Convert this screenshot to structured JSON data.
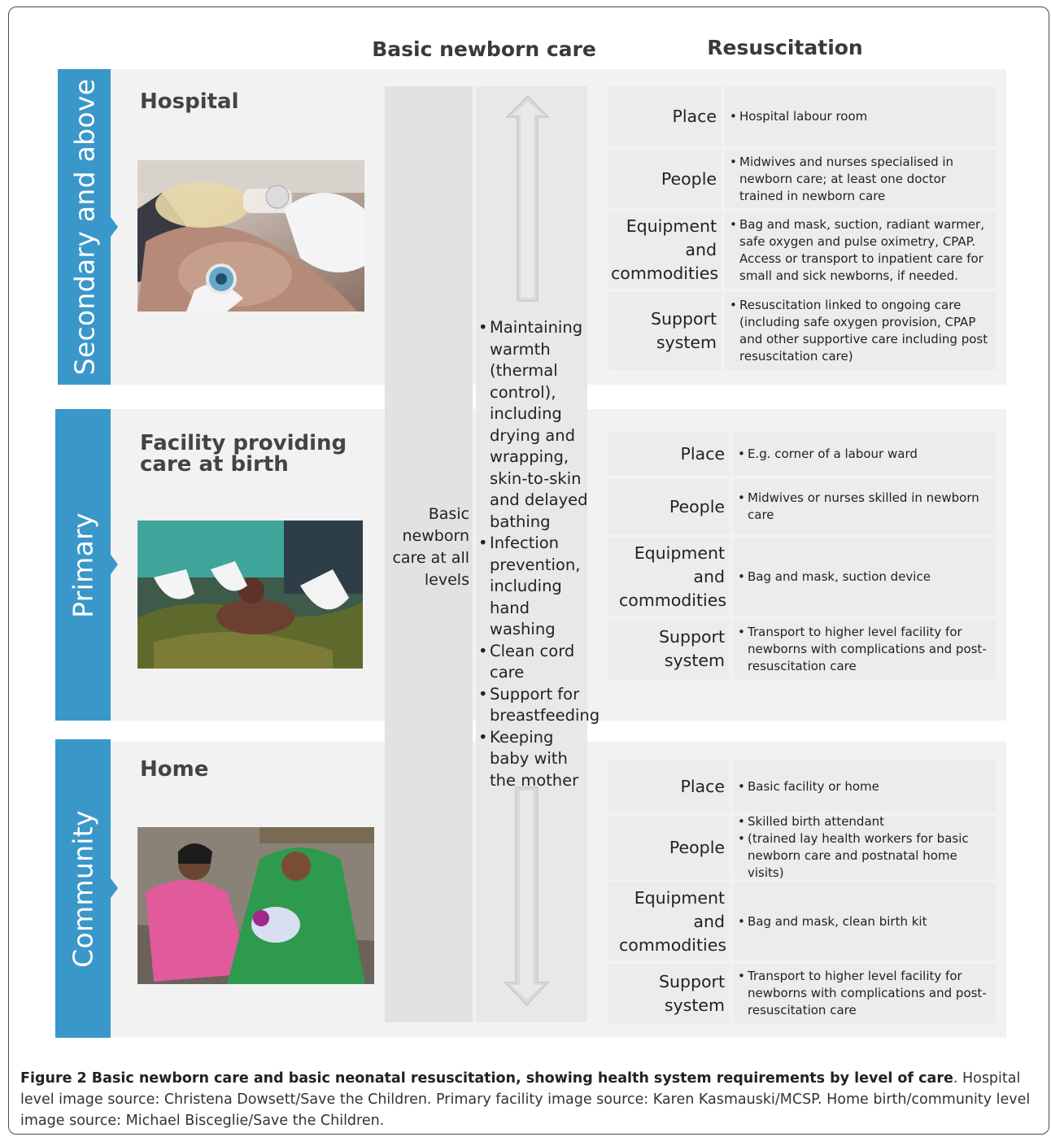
{
  "columns": {
    "basic_newborn_care": "Basic newborn care",
    "resuscitation": "Resuscitation"
  },
  "levels": [
    {
      "tab": "Secondary and above",
      "facility": "Hospital",
      "photo": "hospital-resuscitation-photo",
      "rows": [
        {
          "label": "Place",
          "items": [
            "Hospital labour room"
          ]
        },
        {
          "label": "People",
          "items": [
            "Midwives and nurses specialised in newborn care; at least one doctor trained in newborn care"
          ]
        },
        {
          "label": "Equipment and commodities",
          "items": [
            "Bag and mask, suction, radiant warmer, safe oxygen and pulse oximetry, CPAP. Access or transport to inpatient care for small and sick newborns, if needed."
          ]
        },
        {
          "label": "Support system",
          "items": [
            "Resuscitation linked to ongoing care (including safe oxygen provision, CPAP and other supportive care including post resuscitation care)"
          ]
        }
      ]
    },
    {
      "tab": "Primary",
      "facility": "Facility providing care at birth",
      "photo": "primary-facility-photo",
      "rows": [
        {
          "label": "Place",
          "items": [
            "E.g. corner of a labour ward"
          ]
        },
        {
          "label": "People",
          "items": [
            "Midwives or nurses skilled in newborn care"
          ]
        },
        {
          "label": "Equipment and commodities",
          "items": [
            "Bag and mask, suction device"
          ]
        },
        {
          "label": "Support system",
          "items": [
            "Transport to higher level facility for newborns with complications and post-resuscitation care"
          ]
        }
      ]
    },
    {
      "tab": "Community",
      "facility": "Home",
      "photo": "home-birth-photo",
      "rows": [
        {
          "label": "Place",
          "items": [
            "Basic facility or home"
          ]
        },
        {
          "label": "People",
          "items": [
            "Skilled birth attendant",
            "(trained lay health workers for basic newborn care and postnatal home visits)"
          ]
        },
        {
          "label": "Equipment and commodities",
          "items": [
            "Bag and mask, clean birth kit"
          ]
        },
        {
          "label": "Support system",
          "items": [
            "Transport to higher level facility for newborns with complications and post-resuscitation care"
          ]
        }
      ]
    }
  ],
  "basic_newborn_care": {
    "label_lines": [
      "Basic",
      "newborn",
      "care at all",
      "levels"
    ],
    "items": [
      "Maintaining warmth (thermal control), including drying and wrapping, skin-to-skin and delayed bathing",
      "Infection prevention, including hand washing",
      "Clean cord care",
      "Support for breastfeeding",
      "Keeping baby with the mother"
    ]
  },
  "caption": {
    "label": "Figure 2 Basic newborn care and basic neonatal resuscitation, showing health system requirements by level of care",
    "text": ". Hospital level image source: Christena Dowsett/Save the Children. Primary facility image source: Karen Kasmauski/MCSP. Home birth/community level image source: Michael Bisceglie/Save the Children."
  },
  "colors": {
    "accent": "#3a97c9",
    "band": "#f2f2f2",
    "cell": "#ececec"
  }
}
